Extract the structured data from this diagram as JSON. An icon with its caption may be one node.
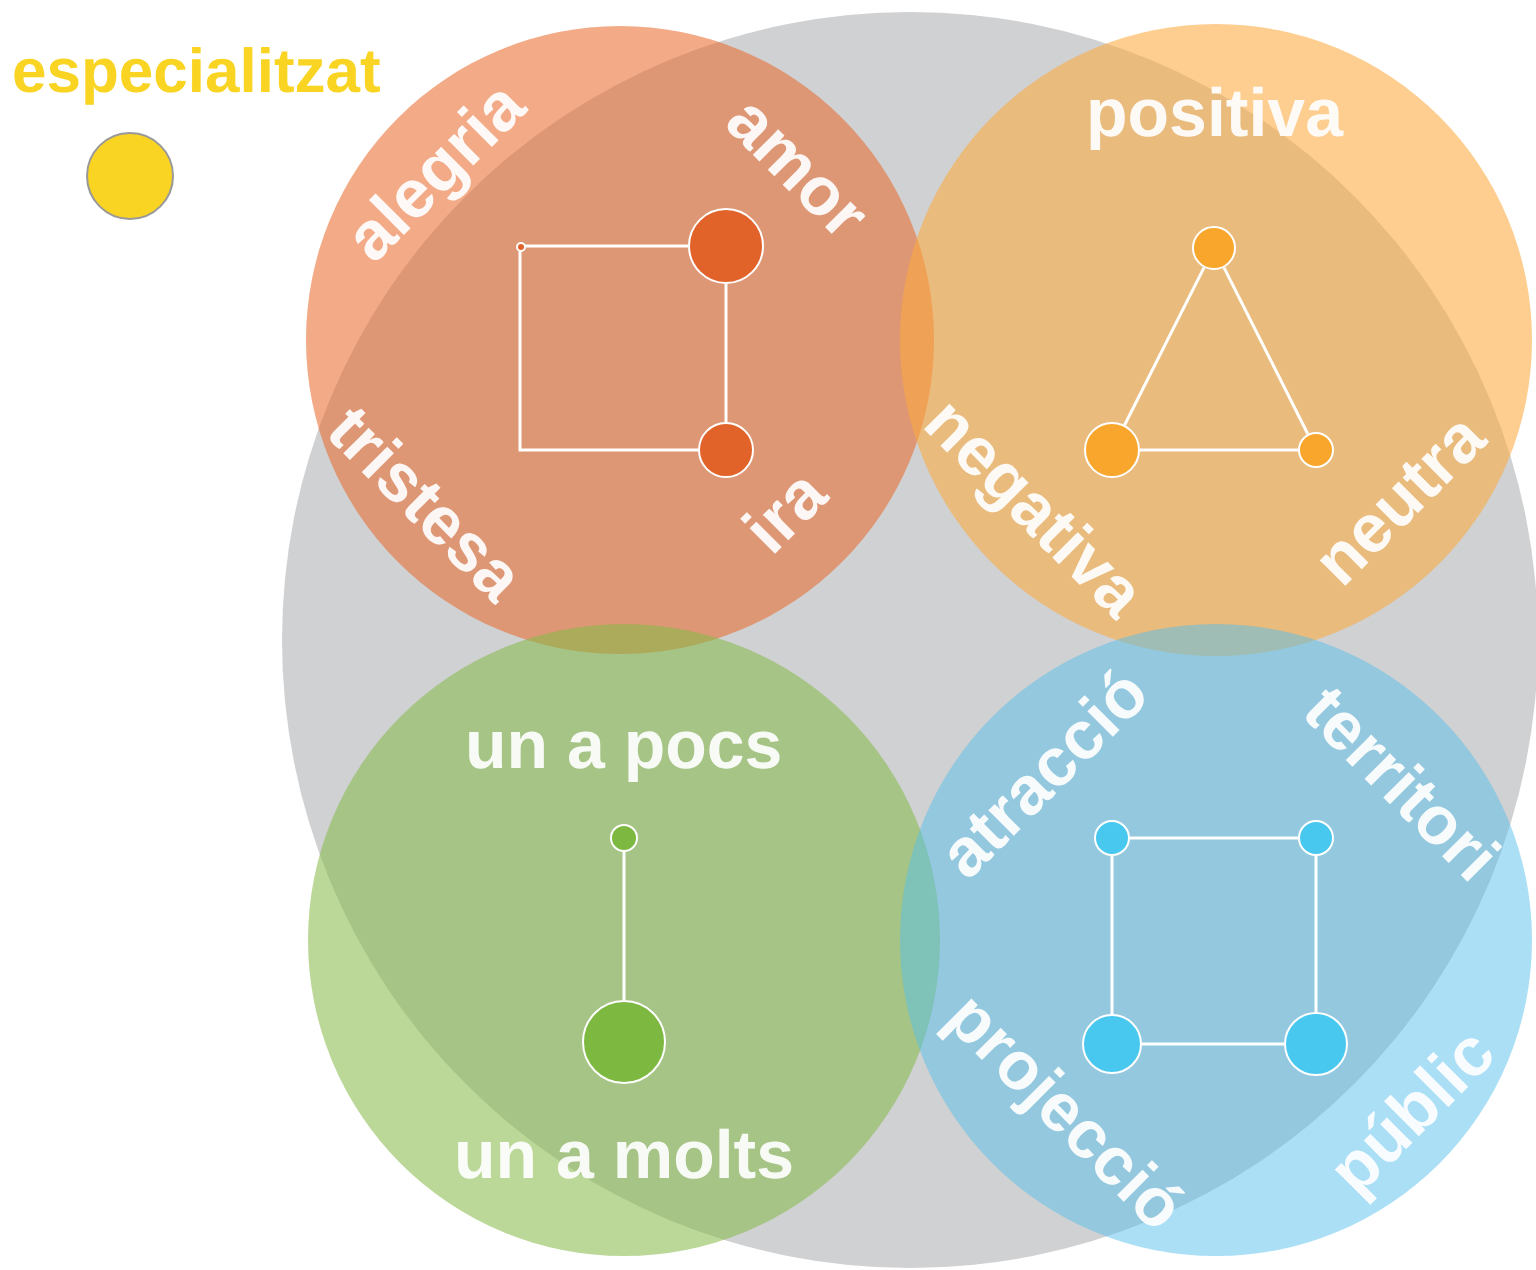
{
  "diagram": {
    "nodes": [
      {
        "text": [
          "alegria",
          "amor",
          "tristesa",
          "ira"
        ]
      },
      {
        "text": [],
        "shape": "circle",
        "in": 0
      },
      {
        "text": [],
        "shape": "circle",
        "in": 0
      },
      {
        "text": [],
        "shape": "circle",
        "in": 0
      },
      {
        "text": [
          "positiva",
          "negativa",
          "neutra"
        ]
      },
      {
        "text": [],
        "shape": "circle",
        "in": 4
      },
      {
        "text": [],
        "shape": "circle",
        "in": 4
      },
      {
        "text": [],
        "shape": "circle",
        "in": 4
      },
      {
        "text": [
          "un a pocs",
          "un a molts"
        ]
      },
      {
        "text": [],
        "shape": "circle",
        "in": 8
      },
      {
        "text": [],
        "shape": "circle",
        "in": 8
      },
      {
        "text": [
          "atracció",
          "territori",
          "projecció",
          "públic"
        ]
      },
      {
        "text": [],
        "shape": "circle",
        "in": 11
      },
      {
        "text": [],
        "shape": "circle",
        "in": 11
      },
      {
        "text": [],
        "shape": "circle",
        "in": 11
      },
      {
        "text": [],
        "shape": "circle",
        "in": 11
      }
    ],
    "edges": [
      {
        "from": 1,
        "to": 2,
        "arrow": "none"
      },
      {
        "from": 2,
        "to": 3,
        "arrow": "none"
      },
      {
        "from": 1,
        "to": 3,
        "arrow": "none"
      },
      {
        "from": 5,
        "to": 6,
        "arrow": "none"
      },
      {
        "from": 5,
        "to": 7,
        "arrow": "none"
      },
      {
        "from": 6,
        "to": 7,
        "arrow": "none"
      },
      {
        "from": 9,
        "to": 10,
        "arrow": "none"
      },
      {
        "from": 12,
        "to": 13,
        "arrow": "none"
      },
      {
        "from": 13,
        "to": 15,
        "arrow": "none"
      },
      {
        "from": 12,
        "to": 14,
        "arrow": "none"
      },
      {
        "from": 14,
        "to": 15,
        "arrow": "none"
      }
    ],
    "legend": [
      {
        "text": "especialitzat",
        "color": "#f9d423"
      }
    ]
  }
}
